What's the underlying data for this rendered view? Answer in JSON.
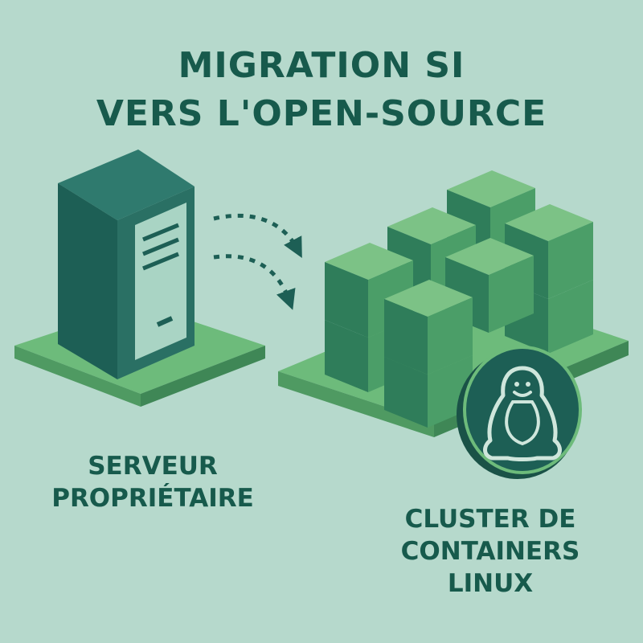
{
  "title": {
    "line1": "MIGRATION SI",
    "line2": "VERS L'OPEN-SOURCE"
  },
  "source": {
    "label_line1": "SERVEUR",
    "label_line2": "PROPRIÉTAIRE",
    "icon": "server-tower-icon"
  },
  "target": {
    "label_line1": "CLUSTER DE",
    "label_line2": "CONTAINERS",
    "label_line3": "LINUX",
    "icon": "container-cubes-icon",
    "badge_icon": "linux-penguin-icon"
  },
  "connector_icon": "dashed-arrow-icon",
  "colors": {
    "background": "#b6d9cc",
    "text": "#175a4c",
    "dark_teal": "#1d5f55",
    "green": "#5fae72",
    "light_green": "#7cc286",
    "platform": "#6dbb7b"
  }
}
